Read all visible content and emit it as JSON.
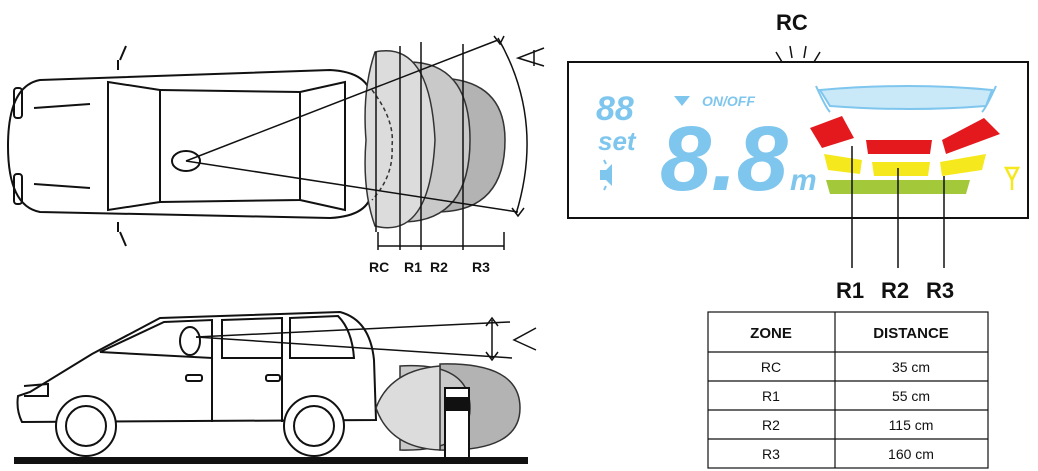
{
  "top_view_labels": [
    "RC",
    "R1",
    "R2",
    "R3"
  ],
  "display": {
    "title": "RC",
    "digits_small": "88",
    "onoff": "ON/OFF",
    "set": "set",
    "digits_big": "8.8",
    "unit": "m"
  },
  "range_labels": [
    "R1",
    "R2",
    "R3"
  ],
  "table": {
    "headers": [
      "ZONE",
      "DISTANCE"
    ],
    "rows": [
      {
        "zone": "RC",
        "distance": "35 cm"
      },
      {
        "zone": "R1",
        "distance": "55 cm"
      },
      {
        "zone": "R2",
        "distance": "115 cm"
      },
      {
        "zone": "R3",
        "distance": "160 cm"
      }
    ]
  },
  "colors": {
    "red": "#e3191e",
    "yellow": "#f5e81c",
    "green": "#a3c83a",
    "lcd_blue": "#7fc6ee",
    "lcd_light": "#c9e8f8"
  }
}
